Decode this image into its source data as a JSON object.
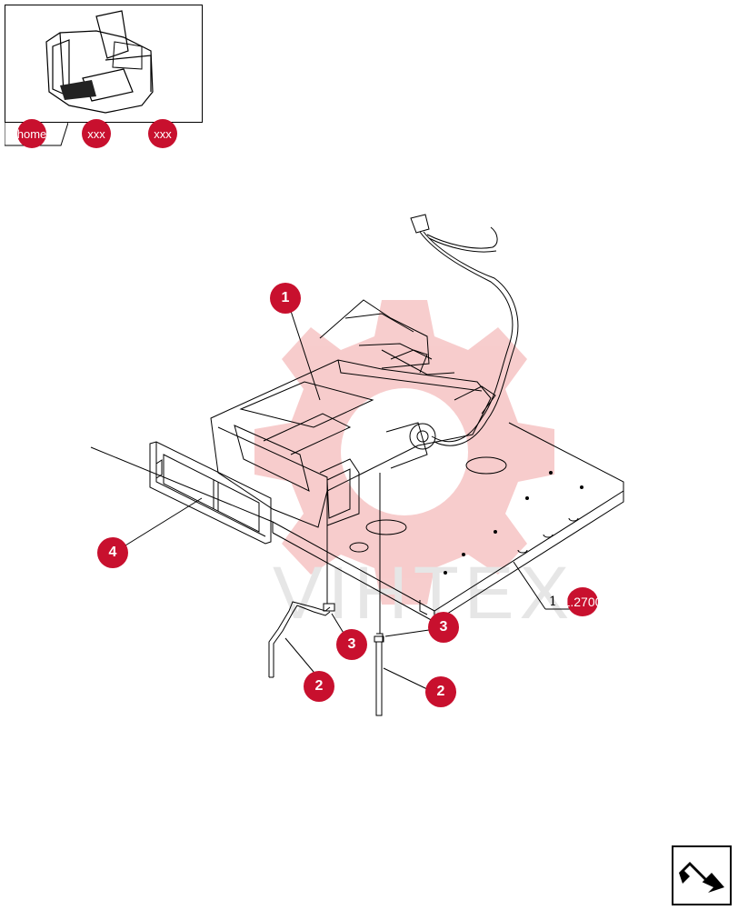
{
  "nav": {
    "home_label": "home",
    "xxx1_label": "xxx",
    "xxx2_label": "xxx"
  },
  "watermark": {
    "text": "VIHTEX",
    "color": "#f4c0c0"
  },
  "callouts": [
    {
      "label": "1"
    },
    {
      "label": "2"
    },
    {
      "label": "2"
    },
    {
      "label": "3"
    },
    {
      "label": "3"
    },
    {
      "label": "4"
    }
  ],
  "reference": {
    "prefix": "1 .",
    "label": "1.2700"
  },
  "colors": {
    "accent": "#c8102e",
    "line": "#000000"
  },
  "icons": {
    "next": "next-arrow-icon"
  }
}
